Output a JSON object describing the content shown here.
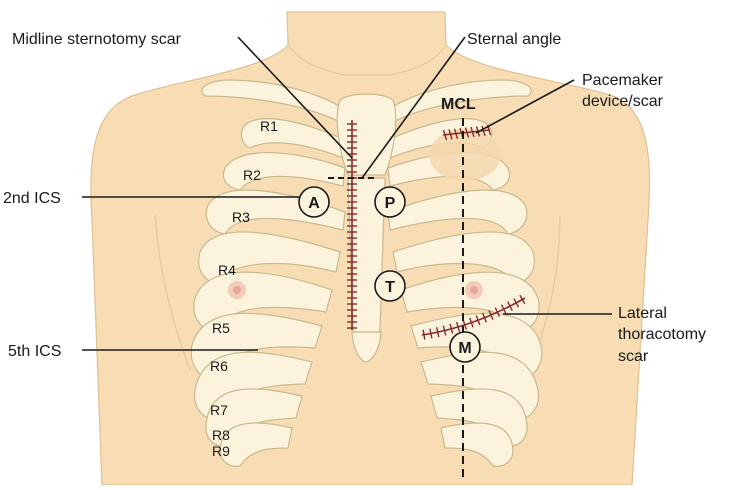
{
  "labels": {
    "midline_sternotomy": "Midline sternotomy scar",
    "sternal_angle": "Sternal angle",
    "pacemaker_line1": "Pacemaker",
    "pacemaker_line2": "device/scar",
    "mcl": "MCL",
    "second_ics": "2nd ICS",
    "fifth_ics": "5th ICS",
    "lateral_line1": "Lateral",
    "lateral_line2": "thoracotomy",
    "lateral_line3": "scar"
  },
  "rib_labels": [
    "R1",
    "R2",
    "R3",
    "R4",
    "R5",
    "R6",
    "R7",
    "R8",
    "R9"
  ],
  "auscultation_points": [
    {
      "key": "aortic",
      "letter": "A"
    },
    {
      "key": "pulmonary",
      "letter": "P"
    },
    {
      "key": "tricuspid",
      "letter": "T"
    },
    {
      "key": "mitral",
      "letter": "M"
    }
  ],
  "colors": {
    "skin": "#f7dcb4",
    "skin_shade": "#edc998",
    "bone": "#fbf3dc",
    "scar": "#8b2a2a",
    "nipple": "#e7a8a0"
  }
}
